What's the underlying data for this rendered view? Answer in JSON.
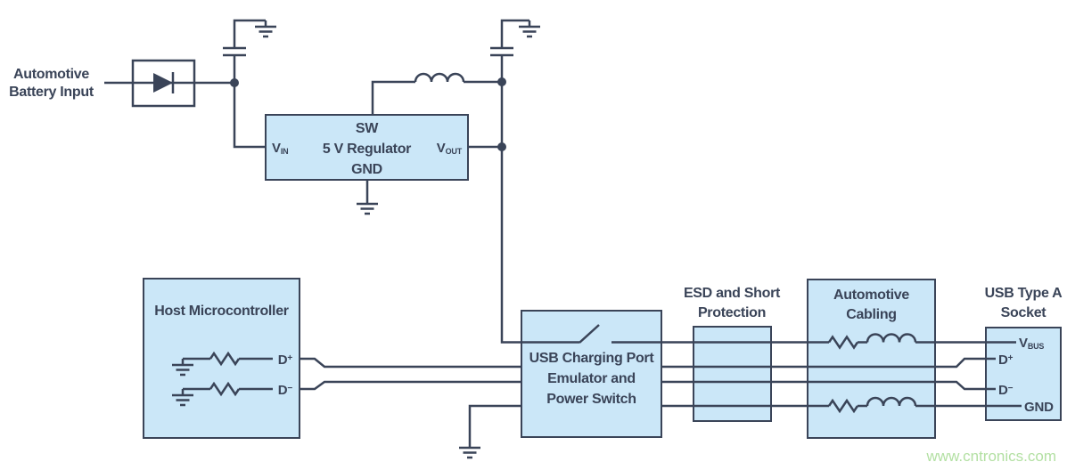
{
  "colors": {
    "line": "#3a4458",
    "text": "#3a4458",
    "block_fill": "#cbe7f8",
    "diode_box_fill": "#ffffff",
    "background": "#ffffff",
    "watermark": "#b3e0a3"
  },
  "battery_input": {
    "line1": "Automotive",
    "line2": "Battery Input"
  },
  "regulator": {
    "pin_sw": "SW",
    "title": "5 V Regulator",
    "pin_gnd": "GND",
    "pin_vin_base": "V",
    "pin_vin_sub": "IN",
    "pin_vout_base": "V",
    "pin_vout_sub": "OUT"
  },
  "host_microcontroller": {
    "title": "Host Microcontroller",
    "pin_dp_base": "D",
    "pin_dp_sup": "+",
    "pin_dm_base": "D",
    "pin_dm_sup": "−"
  },
  "usb_charging_port": {
    "line1": "USB Charging Port",
    "line2": "Emulator and",
    "line3": "Power Switch"
  },
  "esd_protection": {
    "line1": "ESD and Short",
    "line2": "Protection"
  },
  "automotive_cabling": {
    "line1": "Automotive",
    "line2": "Cabling"
  },
  "usb_socket": {
    "title_line1": "USB Type A",
    "title_line2": "Socket",
    "pin_vbus_base": "V",
    "pin_vbus_sub": "BUS",
    "pin_dp_base": "D",
    "pin_dp_sup": "+",
    "pin_dm_base": "D",
    "pin_dm_sup": "−",
    "pin_gnd": "GND"
  },
  "watermark": "www.cntronics.com"
}
